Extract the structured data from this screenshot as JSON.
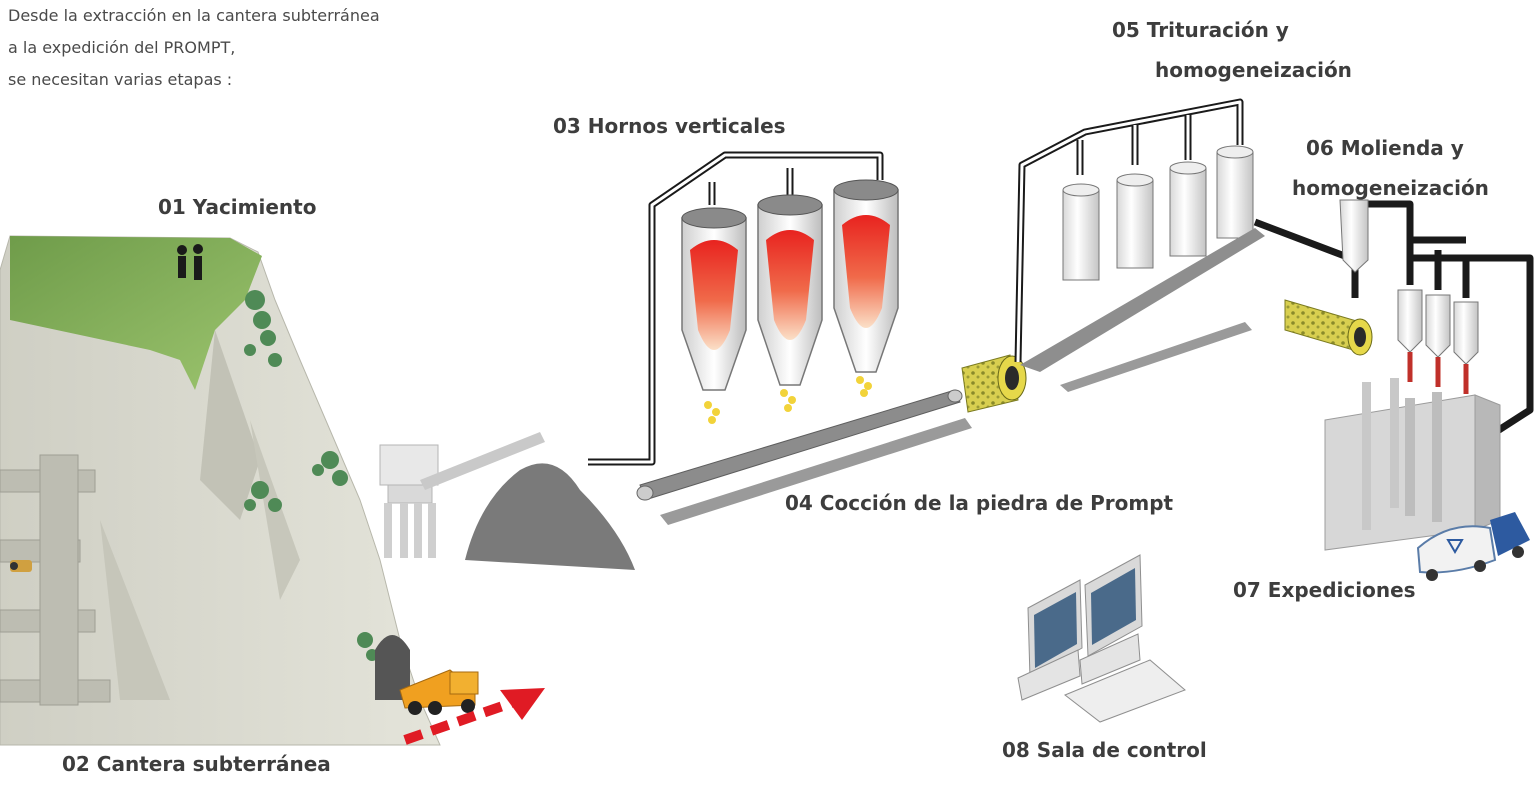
{
  "intro": {
    "line1": "Desde la extracción en la cantera subterránea",
    "line2": "a la expedición del PROMPT,",
    "line3": "se necesitan varias etapas :"
  },
  "stages": {
    "s01": "01 Yacimiento",
    "s02": "02 Cantera subterránea",
    "s03": "03 Hornos verticales",
    "s04": "04 Cocción de la piedra de Prompt",
    "s05_line1": "05 Trituración y",
    "s05_line2": "homogeneización",
    "s06_line1": "06 Molienda y",
    "s06_line2": "homogeneización",
    "s07": "07 Expediciones",
    "s08": "08 Sala de control"
  },
  "colors": {
    "label_text": "#3d3d3d",
    "intro_text": "#4a4a4a",
    "rock": "#d9d9cf",
    "grass": "#7ea956",
    "flame": "#e8231f",
    "pipe": "#1a1a1a",
    "arrow": "#e01b24",
    "truck": "#f0a020",
    "mill": "#d8cf50",
    "monitor_screen": "#4a6a8a"
  }
}
